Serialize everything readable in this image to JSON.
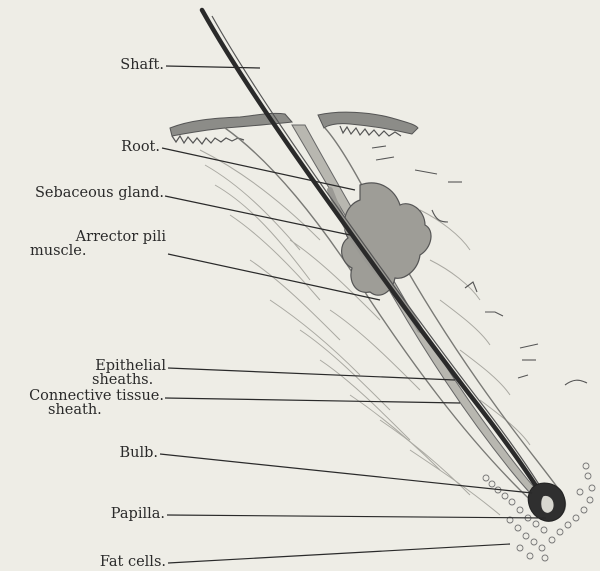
{
  "labels": {
    "shaft": "Shaft.",
    "root": "Root.",
    "sebaceous_gland": "Sebaceous gland.",
    "arrector_pili_line1": "Arrector pili",
    "arrector_pili_line2": "muscle.",
    "epithelial_line1": "Epithelial",
    "epithelial_line2": "sheaths.",
    "connective_line1": "Connective tissue.",
    "connective_line2": "sheath.",
    "bulb": "Bulb.",
    "papilla": "Papilla.",
    "fat_cells": "Fat cells."
  }
}
